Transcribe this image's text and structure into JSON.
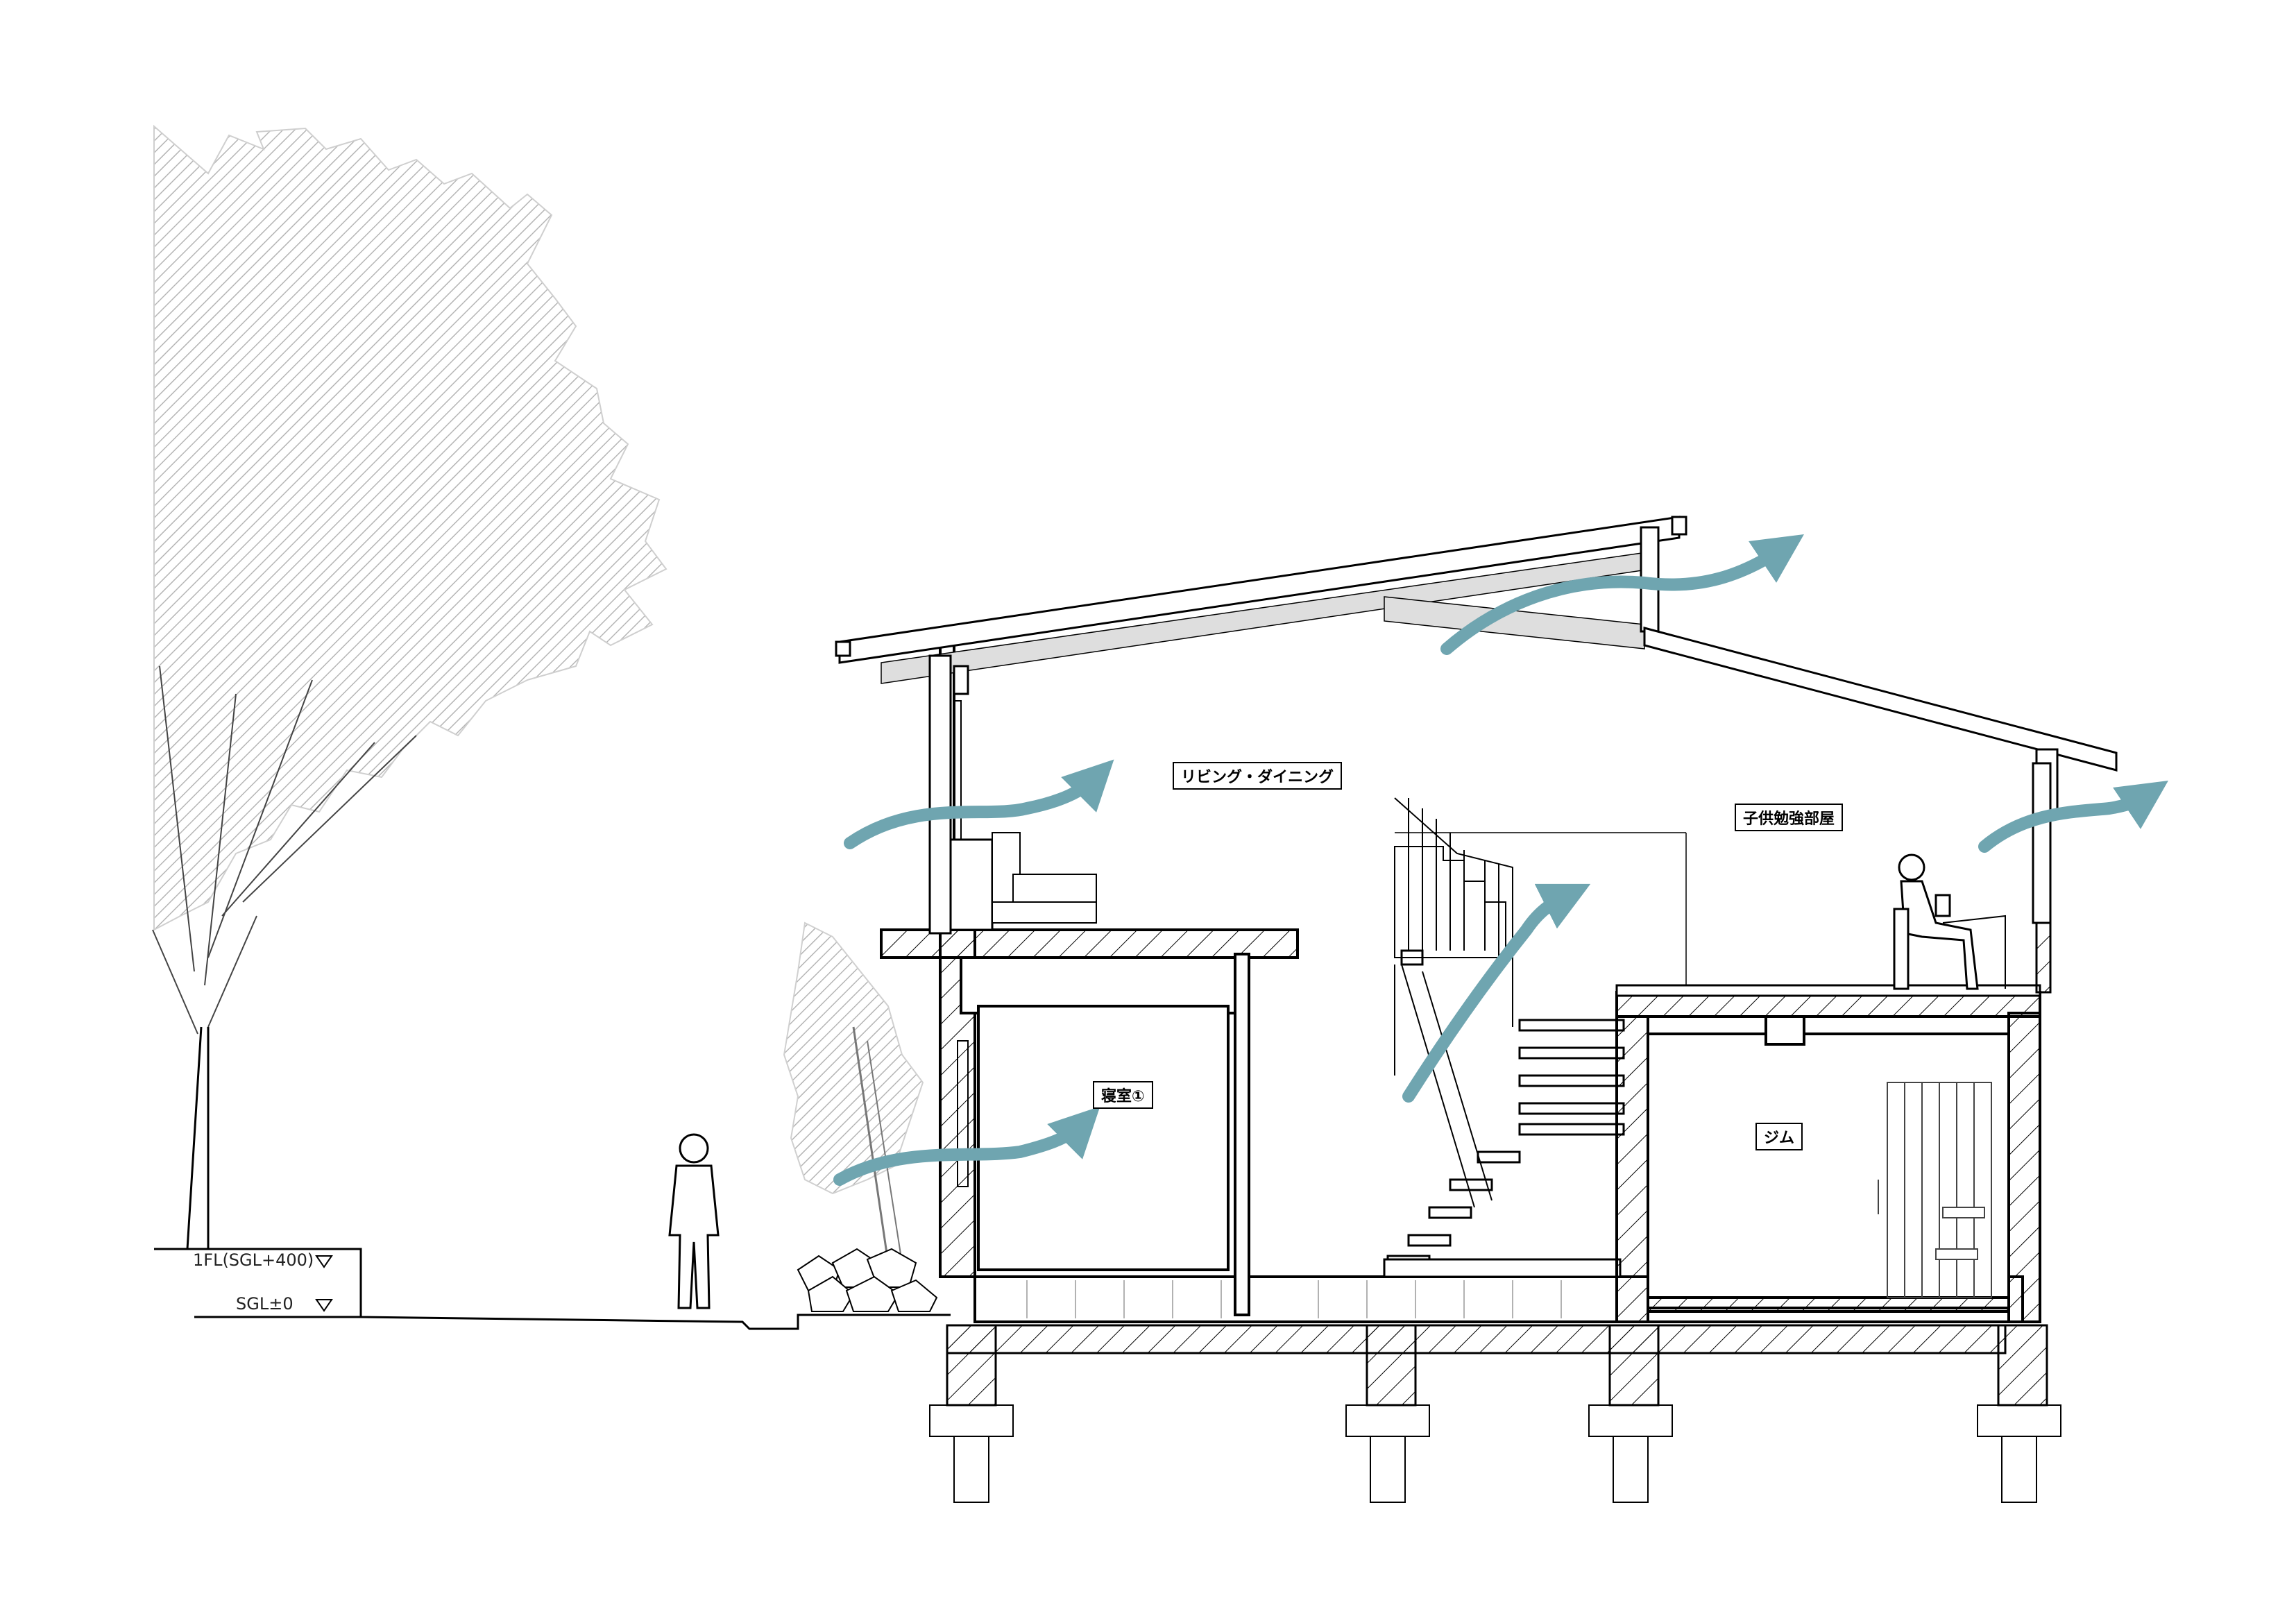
{
  "rooms": {
    "living_dining": "リビング・ダイニング",
    "kids_study": "子供勉強部屋",
    "bedroom": "寝室①",
    "gym": "ジム"
  },
  "levels": {
    "first_floor": "1FL(SGL+400)",
    "ground": "SGL±0"
  },
  "colors": {
    "airflow_arrow": "#6fa5b0",
    "line": "#000000",
    "tree_hatch": "#bfbfbf",
    "rafter_fill": "#dedede"
  },
  "icons": [
    "tree",
    "shrub",
    "person-standing",
    "person-seated-reading",
    "airflow-arrow",
    "level-marker-triangle"
  ]
}
